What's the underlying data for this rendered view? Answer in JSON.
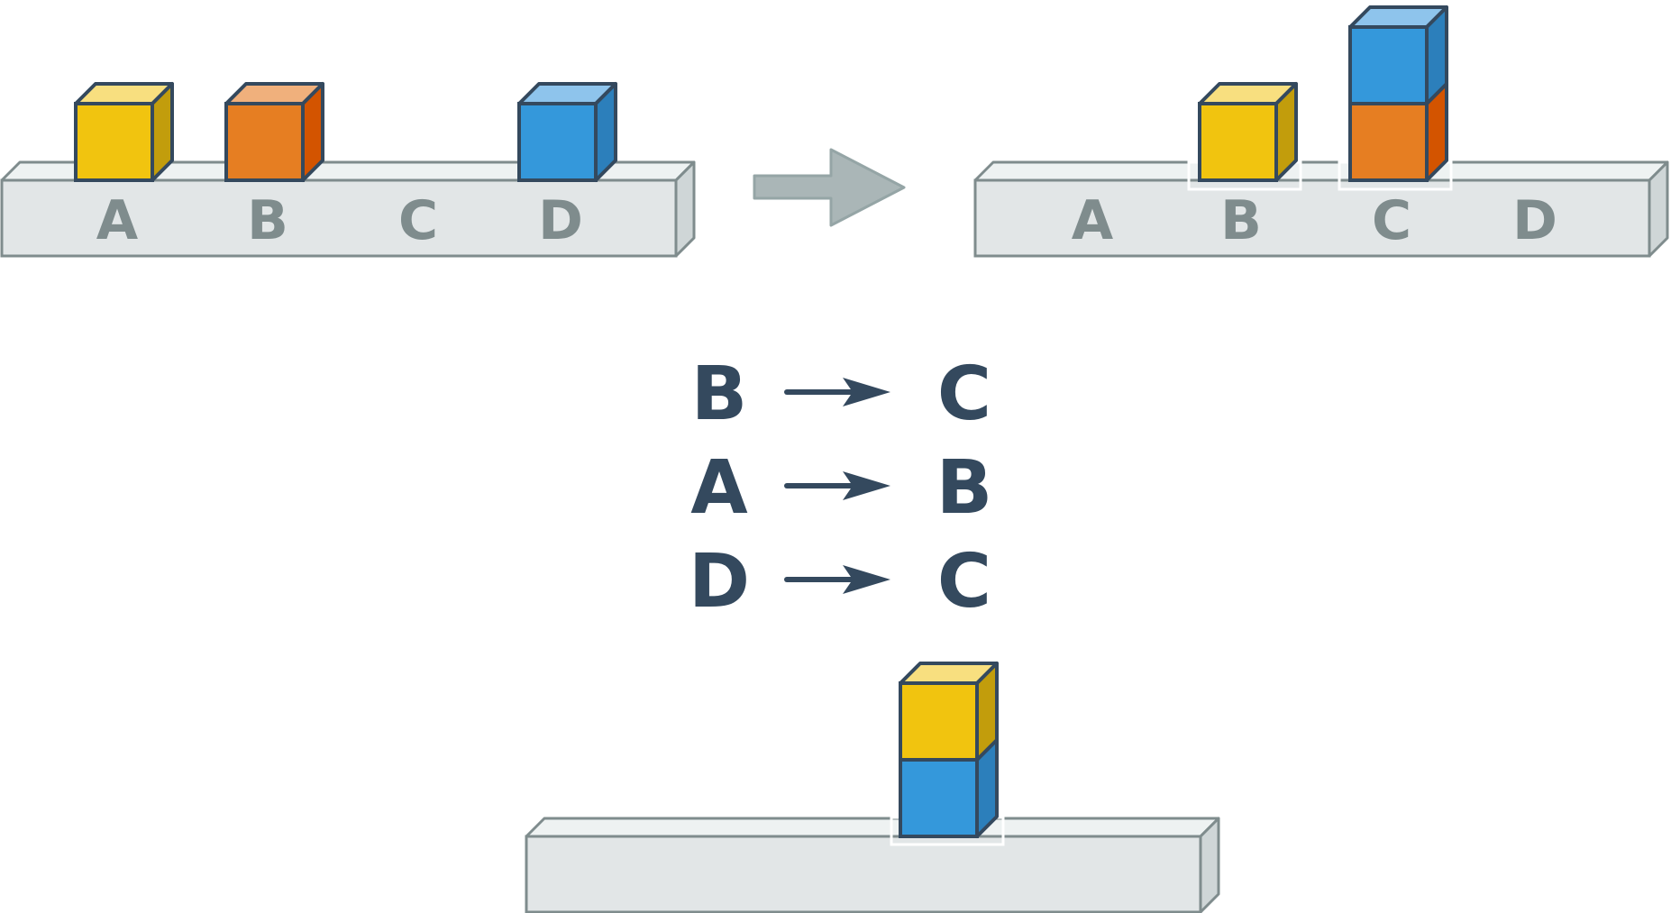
{
  "colors": {
    "yellow": {
      "front": "#f1c40f",
      "top": "#f8df7f",
      "side": "#c29d0c"
    },
    "orange": {
      "front": "#e67e22",
      "top": "#f0b07c",
      "side": "#d35400"
    },
    "blue": {
      "front": "#3498db",
      "top": "#8ec4ec",
      "side": "#2c7fbb"
    },
    "outline": "#34495e",
    "shelf_front": "#e2e6e7",
    "shelf_top": "#eef2f2",
    "shelf_side": "#cfd6d7",
    "shelf_edge": "#7f8c8d",
    "big_arrow": "#aab6b7",
    "move_text": "#34495e"
  },
  "initial_state": {
    "shelf_labels": [
      "A",
      "B",
      "C",
      "D"
    ],
    "stacks": [
      {
        "slot": "A",
        "blocks": [
          "yellow"
        ]
      },
      {
        "slot": "B",
        "blocks": [
          "orange"
        ]
      },
      {
        "slot": "C",
        "blocks": []
      },
      {
        "slot": "D",
        "blocks": [
          "blue"
        ]
      }
    ]
  },
  "goal_state": {
    "shelf_labels": [
      "A",
      "B",
      "C",
      "D"
    ],
    "stacks": [
      {
        "slot": "A",
        "blocks": []
      },
      {
        "slot": "B",
        "blocks": [
          "yellow"
        ]
      },
      {
        "slot": "C",
        "blocks": [
          "orange",
          "blue"
        ]
      },
      {
        "slot": "D",
        "blocks": []
      }
    ]
  },
  "moves": [
    {
      "from": "B",
      "to": "C"
    },
    {
      "from": "A",
      "to": "B"
    },
    {
      "from": "D",
      "to": "C"
    }
  ],
  "result_state": {
    "stack": [
      "blue",
      "yellow"
    ]
  }
}
